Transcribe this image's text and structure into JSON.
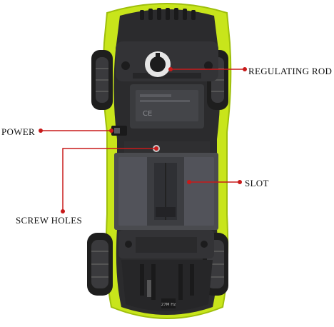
{
  "labels": {
    "regulating_rod": "REGULATING ROD",
    "power": "POWER",
    "slot": "SLOT",
    "screw_holes": "SCREW HOLES"
  },
  "part_markings": {
    "nose_badge": "27M Hz"
  },
  "colors": {
    "body": "#c8e51b",
    "body_dark": "#9fbf0c",
    "chassis": "#2b2b2d",
    "chassis_light": "#3a3a3d",
    "plate": "#4a4b4f",
    "tire": "#1e1e1e",
    "callout": "#c81a1a"
  }
}
